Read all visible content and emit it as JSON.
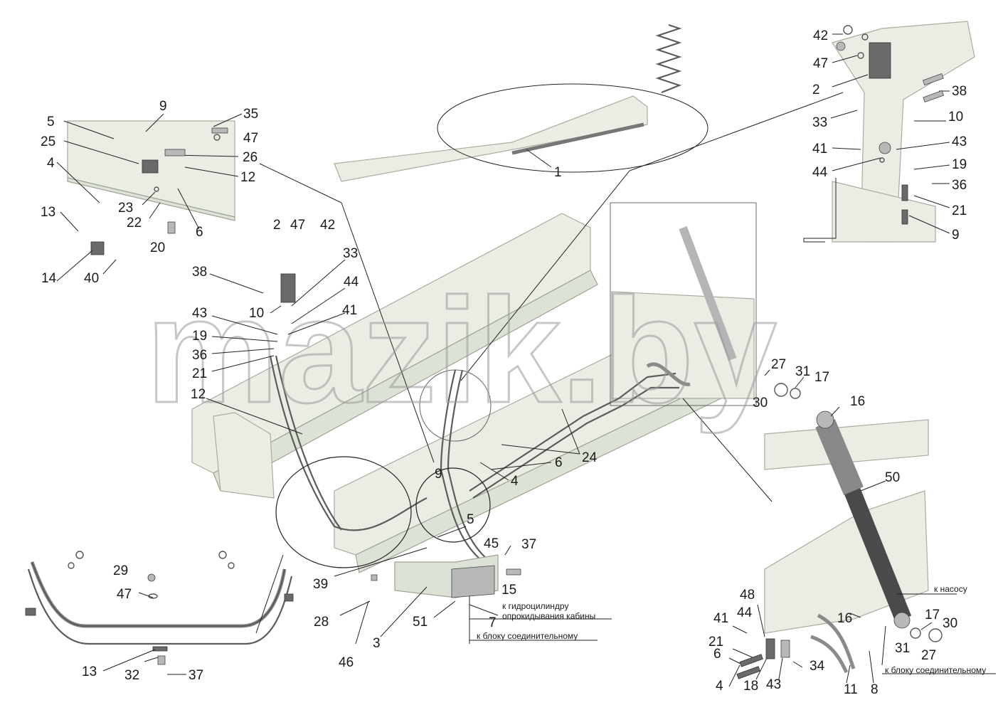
{
  "watermark": "mazik.by",
  "callouts": {
    "n1": "1",
    "tr_42": "42",
    "tr_47": "47",
    "tr_2": "2",
    "tr_38": "38",
    "tr_33": "33",
    "tr_10": "10",
    "tr_41": "41",
    "tr_43": "43",
    "tr_44": "44",
    "tr_19": "19",
    "tr_36": "36",
    "tr_21": "21",
    "tr_9": "9",
    "tl_9": "9",
    "tl_35": "35",
    "tl_5": "5",
    "tl_47": "47",
    "tl_25": "25",
    "tl_26": "26",
    "tl_4": "4",
    "tl_12": "12",
    "tl_23": "23",
    "tl_22": "22",
    "tl_13": "13",
    "tl_6": "6",
    "tl_20": "20",
    "tl_14": "14",
    "tl_40": "40",
    "m_2": "2",
    "m_47": "47",
    "m_42": "42",
    "m_33": "33",
    "m_38": "38",
    "m_44": "44",
    "m_10": "10",
    "m_43": "43",
    "m_41": "41",
    "m_19": "19",
    "m_36": "36",
    "m_21": "21",
    "m_12": "12",
    "c_27": "27",
    "c_31": "31",
    "c_17": "17",
    "c_30": "30",
    "c_16": "16",
    "c_24": "24",
    "c_6": "6",
    "c_9": "9",
    "c_4": "4",
    "c_5": "5",
    "c_50": "50",
    "b_45": "45",
    "b_37": "37",
    "b_15": "15",
    "b_39": "39",
    "b_28": "28",
    "b_51": "51",
    "b_7": "7",
    "b_3": "3",
    "b_46": "46",
    "bl_29": "29",
    "bl_47": "47",
    "bl_13": "13",
    "bl_32": "32",
    "bl_37": "37",
    "br_16": "16",
    "br_17": "17",
    "br_30": "30",
    "br_31": "31",
    "br_27": "27",
    "br_48": "48",
    "br_41": "41",
    "br_44": "44",
    "br_21": "21",
    "br_6": "6",
    "br_4": "4",
    "br_18": "18",
    "br_43": "43",
    "br_34": "34",
    "br_11": "11",
    "br_8": "8"
  },
  "notes": {
    "to_cylinder_line1": "к гидроцилиндру",
    "to_cylinder_line2": "опрокидывания кабины",
    "to_block_center": "к блоку соединительному",
    "to_pump": "к насосу",
    "to_block_right": "к блоку соединительному"
  }
}
